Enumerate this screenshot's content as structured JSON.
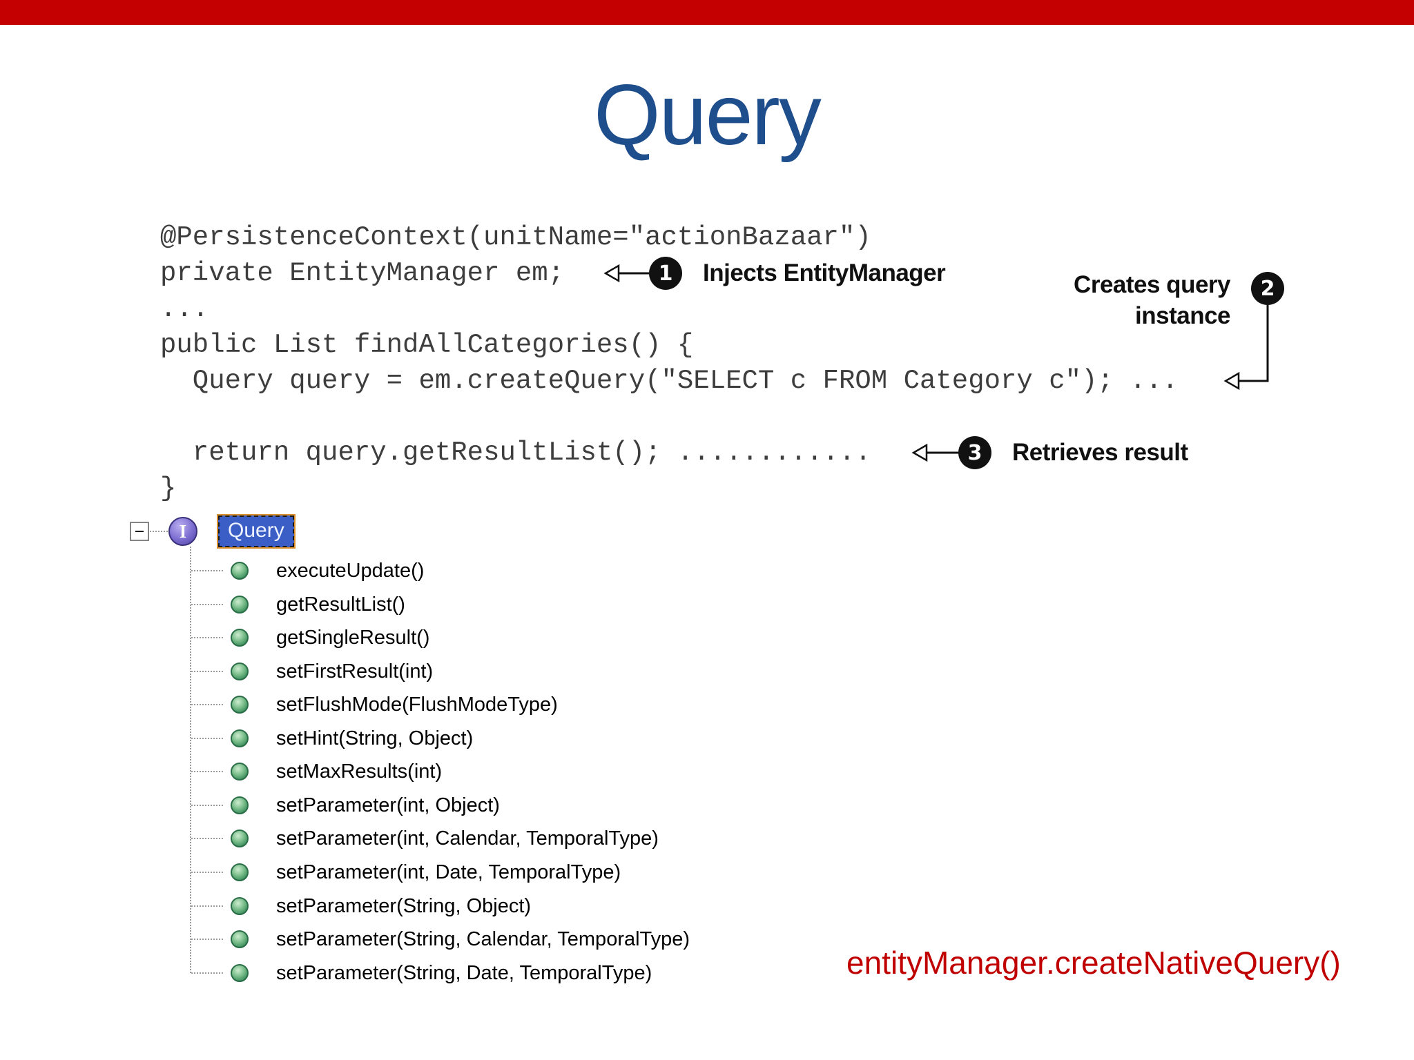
{
  "top_bar": {
    "color": "#c40000"
  },
  "title": {
    "text": "Query",
    "color": "#1f4e8c"
  },
  "code": {
    "color": "#3d3d3d",
    "lines": [
      "@PersistenceContext(unitName=\"actionBazaar\")",
      "private EntityManager em;",
      "...",
      "public List findAllCategories() {",
      "  Query query = em.createQuery(\"SELECT c FROM Category c\"); ...",
      "",
      "  return query.getResultList(); ............",
      "}"
    ]
  },
  "callouts": {
    "one": {
      "number": "1",
      "label": "Injects EntityManager"
    },
    "two": {
      "number": "2",
      "label_line1": "Creates query",
      "label_line2": "instance"
    },
    "three": {
      "number": "3",
      "label": "Retrieves result"
    }
  },
  "tree": {
    "root": {
      "label": "Query",
      "icon_letter": "I",
      "selection_color": "#3a5ec6"
    },
    "items": [
      {
        "label": "executeUpdate()"
      },
      {
        "label": "getResultList()"
      },
      {
        "label": "getSingleResult()"
      },
      {
        "label": "setFirstResult(int)"
      },
      {
        "label": "setFlushMode(FlushModeType)"
      },
      {
        "label": "setHint(String, Object)"
      },
      {
        "label": "setMaxResults(int)"
      },
      {
        "label": "setParameter(int, Object)"
      },
      {
        "label": "setParameter(int, Calendar, TemporalType)"
      },
      {
        "label": "setParameter(int, Date, TemporalType)"
      },
      {
        "label": "setParameter(String, Object)"
      },
      {
        "label": "setParameter(String, Calendar, TemporalType)"
      },
      {
        "label": "setParameter(String, Date, TemporalType)"
      }
    ],
    "bullet_color": "#3f9160",
    "icon_color": "#7b6cd0"
  },
  "footer_note": {
    "text": "entityManager.createNativeQuery()",
    "color": "#c00000"
  }
}
